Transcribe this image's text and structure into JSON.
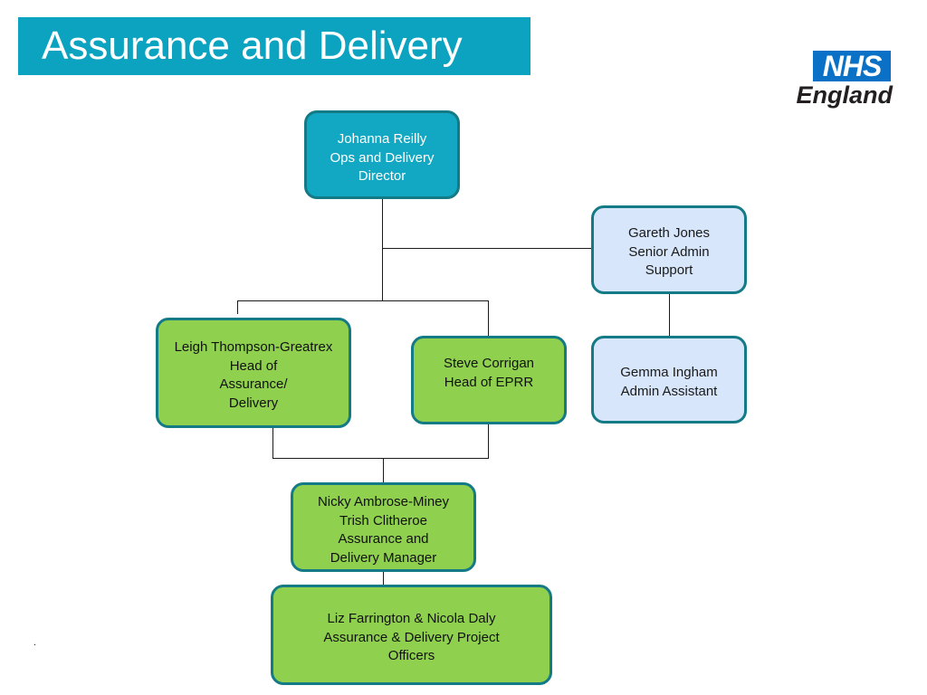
{
  "header": {
    "title": "Assurance and Delivery",
    "accent_color": "#0ba3c0"
  },
  "logo": {
    "nhs": "NHS",
    "region": "England",
    "brand_color": "#0a71c6"
  },
  "org_chart": {
    "director": {
      "lines": [
        "Johanna Reilly",
        "Ops and Delivery",
        "Director"
      ]
    },
    "admin_support": {
      "lines": [
        "Gareth Jones",
        "Senior Admin",
        "Support"
      ]
    },
    "admin_assistant": {
      "lines": [
        "Gemma Ingham",
        "Admin Assistant"
      ]
    },
    "head_assurance": {
      "lines": [
        "Leigh Thompson-Greatrex",
        "Head of",
        "Assurance/",
        "Delivery"
      ]
    },
    "head_eprr": {
      "lines": [
        "Steve Corrigan",
        "Head of EPRR"
      ]
    },
    "manager": {
      "lines": [
        "Nicky Ambrose-Miney",
        "Trish Clitheroe",
        "Assurance and",
        "Delivery Manager"
      ]
    },
    "project_officers": {
      "lines": [
        "Liz Farrington & Nicola Daly",
        "Assurance & Delivery Project",
        "Officers"
      ]
    }
  },
  "footnote": "."
}
